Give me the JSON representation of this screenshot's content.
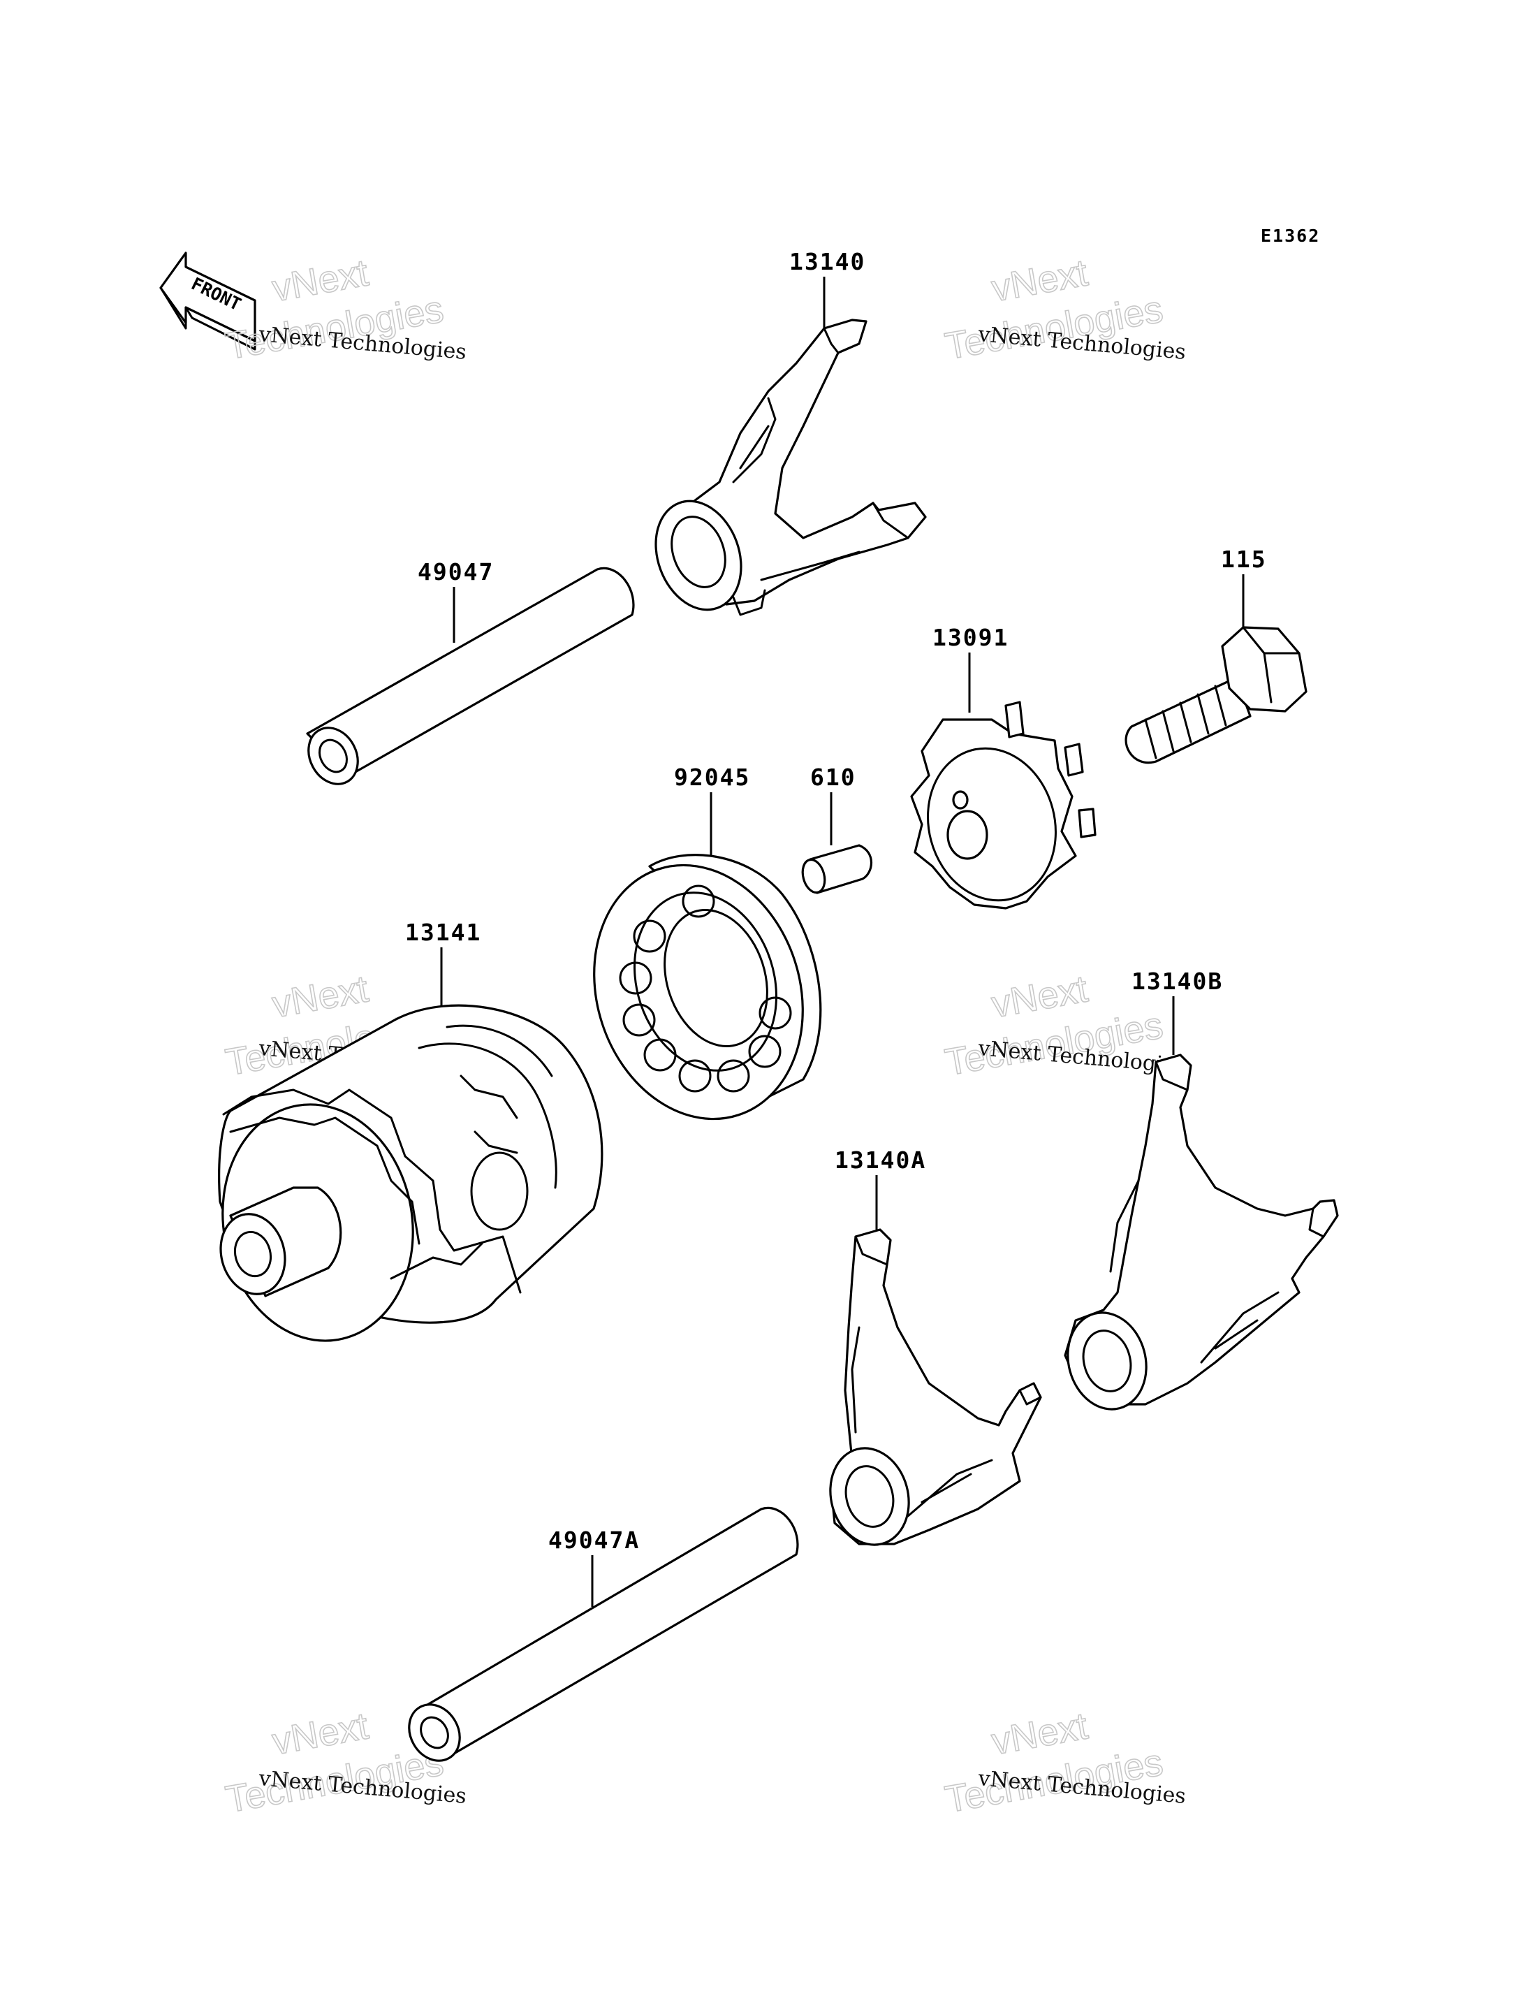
{
  "diagram_id": "E1362",
  "front_marker": "FRONT",
  "watermarks": [
    {
      "line1": "vNext",
      "line2": "Technologies",
      "small": "vNext Technologies"
    },
    {
      "line1": "vNext",
      "line2": "Technologies",
      "small": "vNext Technologies"
    },
    {
      "line1": "vNext",
      "line2": "Technologies",
      "small": "vNext Technologies"
    },
    {
      "line1": "vNext",
      "line2": "Technologies",
      "small": "vNext Technologies"
    },
    {
      "line1": "vNext",
      "line2": "Technologies",
      "small": "vNext Technologies"
    },
    {
      "line1": "vNext",
      "line2": "Technologies",
      "small": "vNext Technologies"
    }
  ],
  "parts": [
    {
      "id": "shift-fork-13140",
      "label": "13140"
    },
    {
      "id": "shaft-49047",
      "label": "49047"
    },
    {
      "id": "bolt-115",
      "label": "115"
    },
    {
      "id": "shift-drum-plate-13091",
      "label": "13091"
    },
    {
      "id": "bearing-92045",
      "label": "92045"
    },
    {
      "id": "pin-610",
      "label": "610"
    },
    {
      "id": "shift-drum-13141",
      "label": "13141"
    },
    {
      "id": "shift-fork-13140b",
      "label": "13140B"
    },
    {
      "id": "shift-fork-13140a",
      "label": "13140A"
    },
    {
      "id": "shaft-49047a",
      "label": "49047A"
    }
  ]
}
